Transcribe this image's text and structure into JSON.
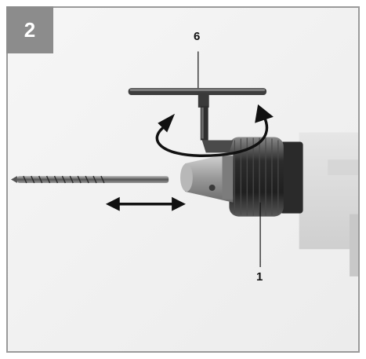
{
  "figure": {
    "number": "2",
    "callouts": {
      "key": "6",
      "chuck": "1"
    }
  },
  "colors": {
    "badge": "#8c8c8c",
    "background": "#f4f4f4",
    "metal_dark": "#3a3a3a",
    "arrow": "#111111"
  },
  "icons": {
    "rotation": "curved-double-arrow-icon",
    "adjust": "horizontal-double-arrow-icon"
  }
}
